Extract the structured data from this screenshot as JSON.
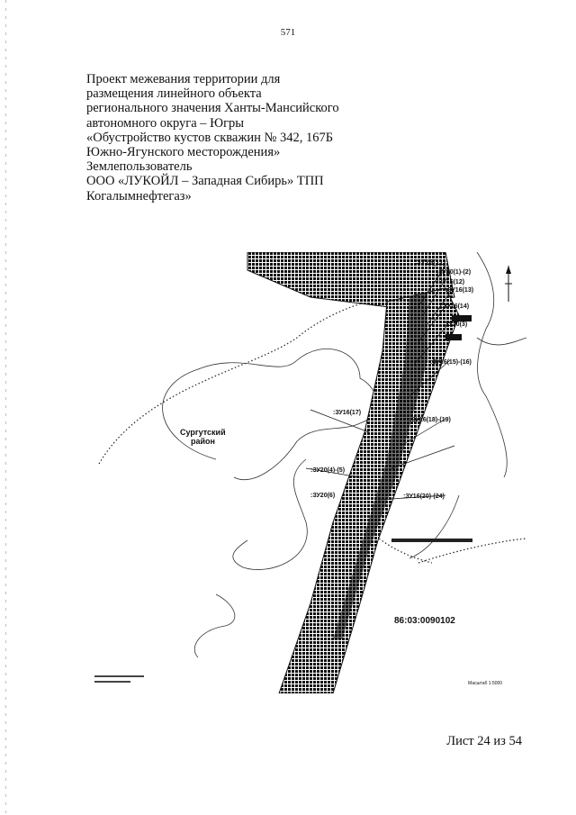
{
  "page_number": "571",
  "title_lines": [
    "Проект межевания территории для",
    "размещения линейного объекта",
    "регионального значения Ханты-Мансийского",
    "автономного округа  –  Югры",
    "«Обустройство кустов скважин № 342, 167Б",
    "Южно-Ягунского месторождения»",
    "Землепользователь",
    "ООО «ЛУКОЙЛ – Западная Сибирь» ТПП",
    "Когалымнефтегаз»"
  ],
  "map": {
    "district_label_line1": "Сургутский",
    "district_label_line2": "район",
    "cadastral_number": "86:03:0090102",
    "scale_note": "Масштаб 1:5000",
    "parcel_labels": {
      "zu16_11": ":ЗУ16(11)",
      "zu20_1_2": ":ЗУ20(1)-(2)",
      "zu16_12": ":ЗУ16(12)",
      "zu16_13": ":ЗУ16(13)",
      "zu16_14": ":ЗУ16(14)",
      "zu16_15": ":ЗУ16(15)",
      "zu20_3": ":ЗУ20(3)",
      "zu16_15_16": ":ЗУ16(15)-(16)",
      "zu16_17": ":ЗУ16(17)",
      "zu16_18_19": ":ЗУ16(18)-(19)",
      "zu20_4_5": ":ЗУ20(4)-(5)",
      "zu20_6": ":ЗУ20(6)",
      "zu16_20_24": ":ЗУ16(20)-(24)"
    }
  },
  "footer": "Лист 24 из 54"
}
